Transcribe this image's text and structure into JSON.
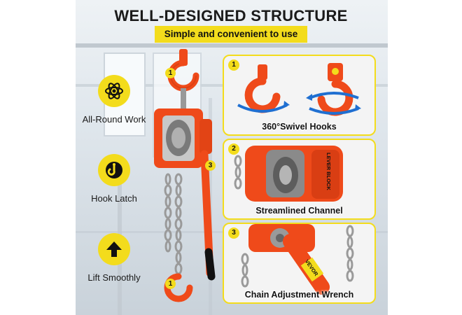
{
  "header": {
    "title": "WELL-DESIGNED STRUCTURE",
    "subtitle": "Simple and convenient to use"
  },
  "features": [
    {
      "icon": "atom-icon",
      "label": "All-Round Work"
    },
    {
      "icon": "hook-icon",
      "label": "Hook Latch"
    },
    {
      "icon": "arrow-up-icon",
      "label": "Lift Smoothly"
    }
  ],
  "panels": [
    {
      "number": "1",
      "caption": "360°Swivel Hooks"
    },
    {
      "number": "2",
      "caption": "Streamlined Channel"
    },
    {
      "number": "3",
      "caption": "Chain Adjustment Wrench"
    }
  ],
  "callouts": [
    "1",
    "3",
    "1"
  ],
  "panel_text": {
    "block_label": "LEVER BLOCK",
    "brand": "VEVOR"
  },
  "colors": {
    "accent_yellow": "#f3dc1c",
    "hoist_orange": "#ef4a1a",
    "swivel_arrow_blue": "#1f6fd1"
  }
}
